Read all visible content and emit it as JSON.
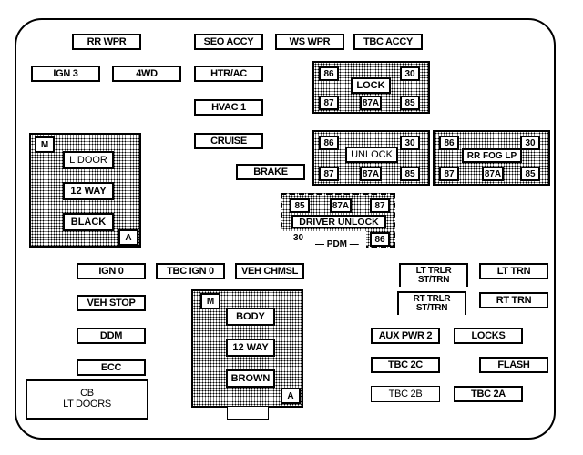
{
  "diagram": {
    "title": "Fuse Block",
    "fuses_top": {
      "rr_wpr": "RR WPR",
      "sed_accy": "SEO ACCY",
      "ws_wpr": "WS WPR",
      "tbc_accy": "TBC ACCY",
      "ign3": "IGN 3",
      "4wd": "4WD",
      "htr_ac": "HTR/AC",
      "hvac1": "HVAC 1",
      "cruise": "CRUISE",
      "brake": "BRAKE"
    },
    "relays": {
      "lock": {
        "label": "LOCK",
        "pins": [
          "86",
          "30",
          "87",
          "87A",
          "85"
        ]
      },
      "unlock": {
        "label": "UNLOCK",
        "pins": [
          "86",
          "30",
          "87",
          "87A",
          "85"
        ]
      },
      "rr_fog": {
        "label": "RR FOG LP",
        "pins": [
          "86",
          "30",
          "87",
          "87A",
          "85"
        ]
      },
      "driver_unlock": {
        "label": "DRIVER UNLOCK",
        "pins": [
          "85",
          "87A",
          "87",
          "86"
        ],
        "extra_pin": "30",
        "module": "PDM"
      }
    },
    "connectors": {
      "left": {
        "m": "M",
        "labels": [
          "L DOOR",
          "12 WAY",
          "BLACK"
        ],
        "a": "A"
      },
      "bottom": {
        "m": "M",
        "labels": [
          "BODY",
          "12 WAY",
          "BROWN"
        ],
        "a": "A"
      }
    },
    "fuses_bottom": {
      "ign0": "IGN 0",
      "tbc_ign0": "TBC IGN 0",
      "veh_chmsl": "VEH CHMSL",
      "veh_stop": "VEH STOP",
      "ddm": "DDM",
      "ecc": "ECC",
      "cb_line1": "CB",
      "cb_line2": "LT DOORS",
      "lt_trlr_1": "LT TRLR",
      "lt_trlr_2": "ST/TRN",
      "lt_trn": "LT TRN",
      "rt_trlr_1": "RT TRLR",
      "rt_trlr_2": "ST/TRN",
      "rt_trn": "RT TRN",
      "aux_pwr2": "AUX PWR 2",
      "locks": "LOCKS",
      "tbc2c": "TBC 2C",
      "flash": "FLASH",
      "tbc2b": "TBC 2B",
      "tbc2a": "TBC 2A"
    }
  }
}
